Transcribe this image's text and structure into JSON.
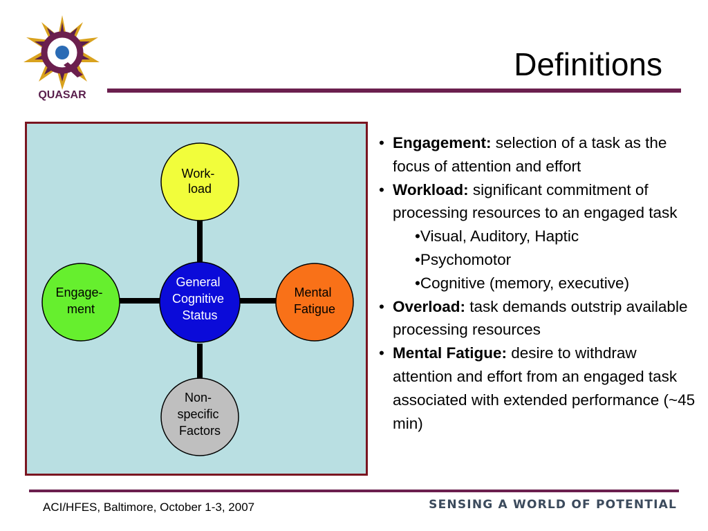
{
  "header": {
    "title": "Definitions",
    "logo_text": "QUASAR"
  },
  "diagram": {
    "nodes": {
      "center": {
        "lines": [
          "General",
          "Cognitive",
          "Status"
        ],
        "color": "#0b0bd9",
        "text_color": "#ffffff"
      },
      "top": {
        "lines": [
          "Work-",
          "load"
        ],
        "color": "#f1fd3b",
        "text_color": "#000000"
      },
      "left": {
        "lines": [
          "Engage-",
          "ment"
        ],
        "color": "#66ef2e",
        "text_color": "#000000"
      },
      "right": {
        "lines": [
          "Mental",
          "Fatigue"
        ],
        "color": "#f97118",
        "text_color": "#000000"
      },
      "bottom": {
        "lines": [
          "Non-",
          "specific",
          "Factors"
        ],
        "color": "#bfbfbf",
        "text_color": "#000000"
      }
    }
  },
  "definitions": {
    "engagement": {
      "bullet": "•",
      "term": "Engagement:",
      "text": " selection of a task as the focus of attention and effort"
    },
    "workload": {
      "bullet": "•",
      "term": "Workload:",
      "text": " significant commitment of processing resources to an engaged task"
    },
    "workload_subs": [
      "•Visual, Auditory, Haptic",
      "•Psychomotor",
      "•Cognitive (memory, executive)"
    ],
    "overload": {
      "bullet": "•",
      "term": "Overload:",
      "text": " task demands outstrip available processing resources"
    },
    "fatigue": {
      "bullet": "•",
      "term": "Mental Fatigue:",
      "text": " desire to withdraw attention and effort from an engaged task associated with extended performance (~45 min)"
    }
  },
  "footer": {
    "left": "ACI/HFES, Baltimore, October 1-3, 2007",
    "right": "SENSING A WORLD OF POTENTIAL"
  },
  "colors": {
    "accent_line": "#6b1f4e",
    "diagram_bg": "#b9dfe2",
    "diagram_border": "#7a1520",
    "connector": "#000000"
  }
}
